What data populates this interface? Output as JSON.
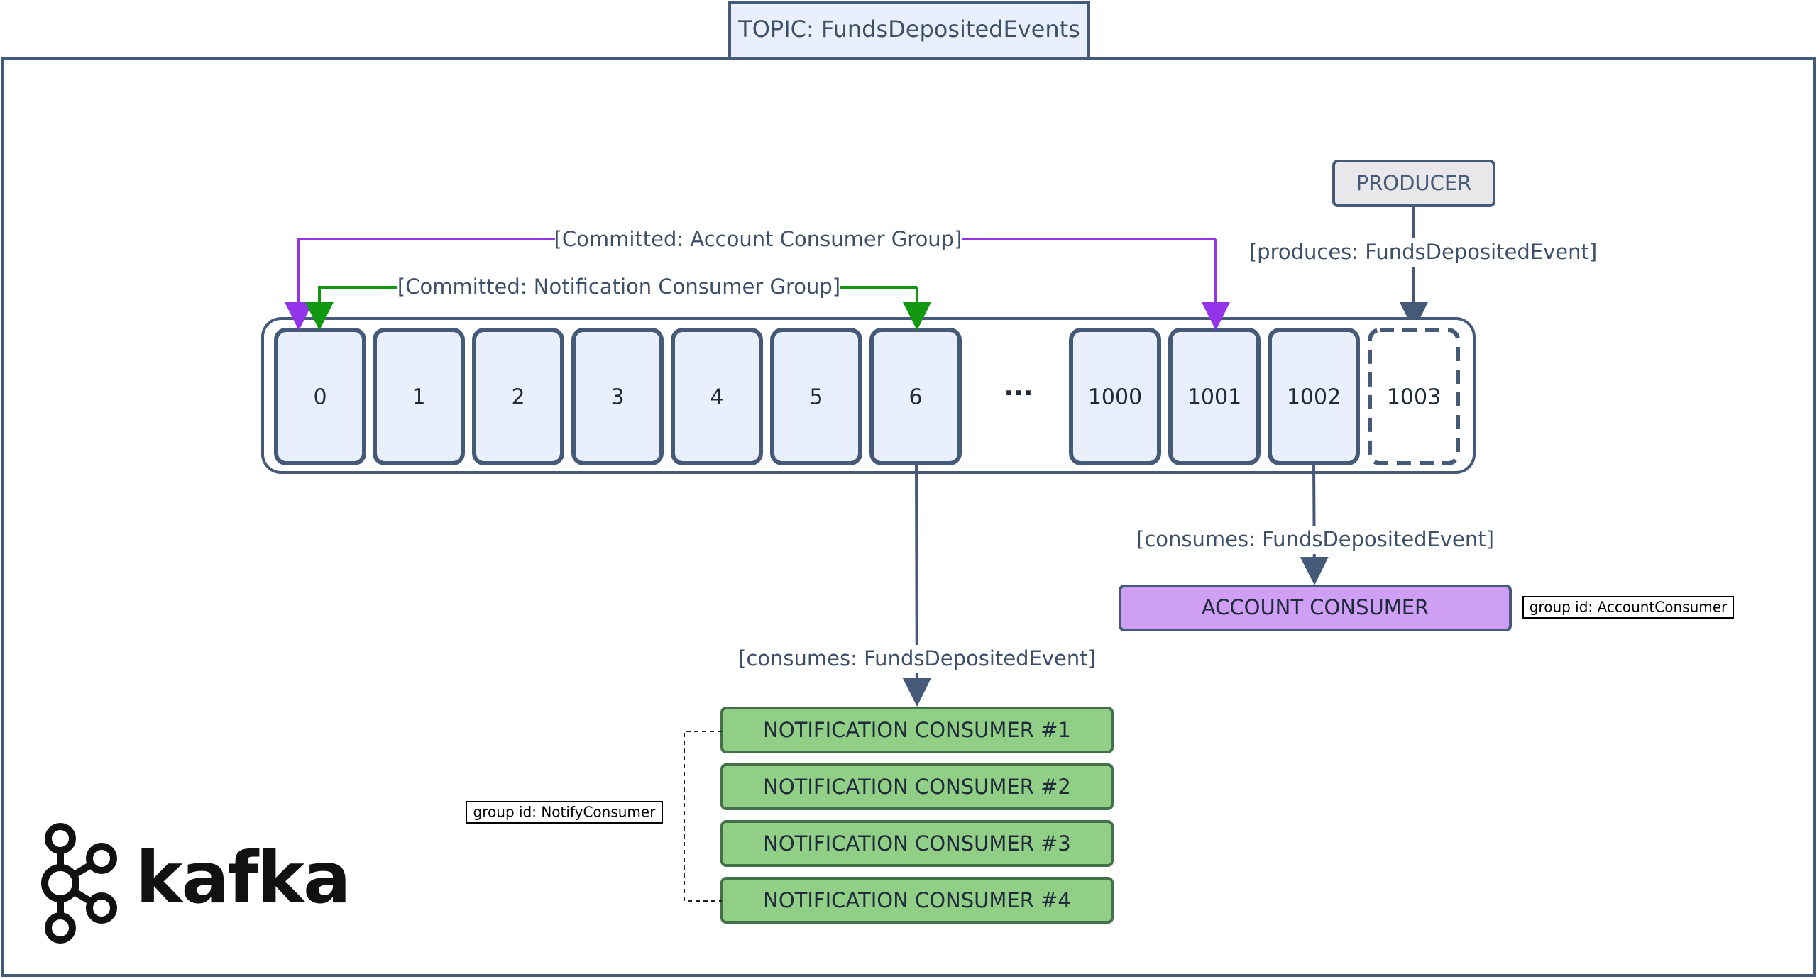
{
  "topic": {
    "title": "TOPIC: FundsDepositedEvents"
  },
  "producer": {
    "label": "PRODUCER",
    "edge_label": "[produces: FundsDepositedEvent]"
  },
  "log": {
    "offsets_left": [
      "0",
      "1",
      "2",
      "3",
      "4",
      "5",
      "6"
    ],
    "ellipsis": "···",
    "offsets_right": [
      "1000",
      "1001",
      "1002"
    ],
    "next_offset": "1003"
  },
  "committed": {
    "account_group": "[Committed: Account Consumer Group]",
    "notification_group": "[Committed: Notification Consumer Group]"
  },
  "account_consumer": {
    "label": "ACCOUNT CONSUMER",
    "edge_label": "[consumes: FundsDepositedEvent]",
    "group_id": "group id: AccountConsumer"
  },
  "notification_consumers": {
    "edge_label": "[consumes: FundsDepositedEvent]",
    "group_id": "group id: NotifyConsumer",
    "items": [
      "NOTIFICATION CONSUMER #1",
      "NOTIFICATION CONSUMER #2",
      "NOTIFICATION CONSUMER #3",
      "NOTIFICATION CONSUMER #4"
    ]
  },
  "logo": {
    "text": "kafka"
  },
  "colors": {
    "stroke": "#455a78",
    "record_fill": "#e9f0fb",
    "producer_fill": "#e8e8ea",
    "account_fill": "#cf9ef5",
    "notification_fill": "#92cf86",
    "notification_stroke": "#43714a",
    "account_arrow": "#9333ea",
    "notification_arrow": "#119811",
    "text": "#3e4f68"
  }
}
